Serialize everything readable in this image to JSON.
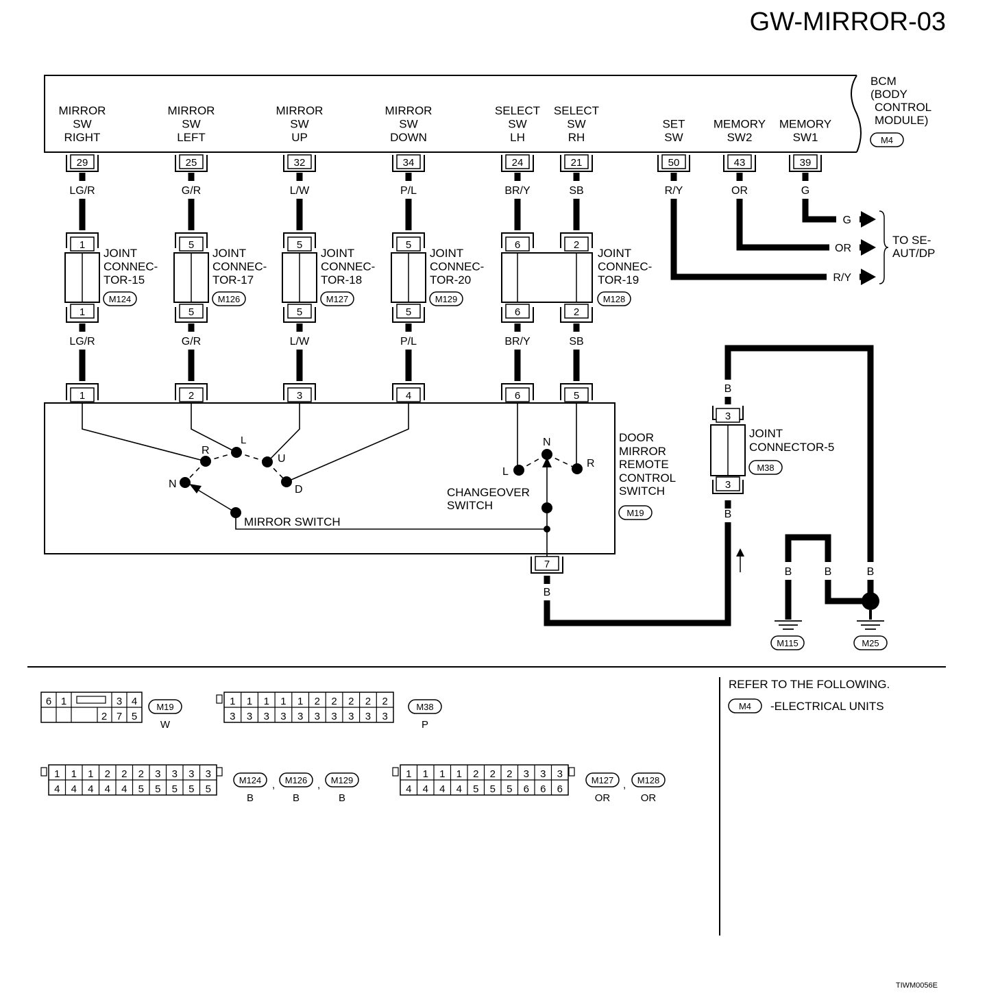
{
  "title": "GW-MIRROR-03",
  "bcm": {
    "name_lines": [
      "BCM",
      "(BODY",
      "CONTROL",
      "MODULE)"
    ],
    "connector": "M4",
    "terminals": [
      {
        "label": [
          "MIRROR",
          "SW",
          "RIGHT"
        ],
        "pin": "29",
        "wire": "LG/R"
      },
      {
        "label": [
          "MIRROR",
          "SW",
          "LEFT"
        ],
        "pin": "25",
        "wire": "G/R"
      },
      {
        "label": [
          "MIRROR",
          "SW",
          "UP"
        ],
        "pin": "32",
        "wire": "L/W"
      },
      {
        "label": [
          "MIRROR",
          "SW",
          "DOWN"
        ],
        "pin": "34",
        "wire": "P/L"
      },
      {
        "label": [
          "SELECT",
          "SW",
          "LH"
        ],
        "pin": "24",
        "wire": "BR/Y"
      },
      {
        "label": [
          "SELECT",
          "SW",
          "RH"
        ],
        "pin": "21",
        "wire": "SB"
      },
      {
        "label": [
          "SET",
          "SW"
        ],
        "pin": "50",
        "wire": "R/Y"
      },
      {
        "label": [
          "MEMORY",
          "SW2"
        ],
        "pin": "43",
        "wire": "OR"
      },
      {
        "label": [
          "MEMORY",
          "SW1"
        ],
        "pin": "39",
        "wire": "G"
      }
    ]
  },
  "joint_connectors": [
    {
      "lines": [
        "JOINT",
        "CONNEC-",
        "TOR-15"
      ],
      "conn": "M124",
      "top_pin": "1",
      "bottom_pin": "1"
    },
    {
      "lines": [
        "JOINT",
        "CONNEC-",
        "TOR-17"
      ],
      "conn": "M126",
      "top_pin": "5",
      "bottom_pin": "5"
    },
    {
      "lines": [
        "JOINT",
        "CONNEC-",
        "TOR-18"
      ],
      "conn": "M127",
      "top_pin": "5",
      "bottom_pin": "5"
    },
    {
      "lines": [
        "JOINT",
        "CONNEC-",
        "TOR-20"
      ],
      "conn": "M129",
      "top_pin": "5",
      "bottom_pin": "5"
    },
    {
      "lines": [
        "JOINT",
        "CONNEC-",
        "TOR-19"
      ],
      "conn": "M128",
      "top_pins": [
        "6",
        "2"
      ],
      "bottom_pins": [
        "6",
        "2"
      ]
    }
  ],
  "se_outputs": {
    "wires": [
      "G",
      "OR",
      "R/Y"
    ],
    "label_lines": [
      "TO SE-",
      "AUT/DP"
    ]
  },
  "door_switch": {
    "pins": [
      "1",
      "2",
      "3",
      "4",
      "6",
      "5"
    ],
    "ground_pin": "7",
    "ground_wire": "B",
    "name_lines": [
      "DOOR",
      "MIRROR",
      "REMOTE",
      "CONTROL",
      "SWITCH"
    ],
    "connector": "M19",
    "mirror_switch_label": "MIRROR SWITCH",
    "mirror_positions": [
      "R",
      "L",
      "U",
      "D",
      "N"
    ],
    "changeover_lines": [
      "CHANGEOVER",
      "SWITCH"
    ],
    "changeover_positions": [
      "N",
      "L",
      "R"
    ]
  },
  "joint5": {
    "lines": [
      "JOINT",
      "CONNECTOR-5"
    ],
    "conn": "M38",
    "top_pin": "3",
    "bottom_pin": "3",
    "wire": "B"
  },
  "grounds": [
    {
      "conn": "M115",
      "wires": [
        "B",
        "B"
      ]
    },
    {
      "conn": "M25",
      "wires": [
        "B"
      ]
    }
  ],
  "reference": {
    "heading": "REFER TO THE FOLLOWING.",
    "conn": "M4",
    "item": "-ELECTRICAL UNITS"
  },
  "connector_views": {
    "m19": {
      "row1": [
        "6",
        "1",
        "",
        "3",
        "4"
      ],
      "row2": [
        "",
        "",
        "2",
        "7",
        "5"
      ],
      "conn": "M19",
      "color": "W"
    },
    "m38": {
      "row1": [
        "1",
        "1",
        "1",
        "1",
        "1",
        "2",
        "2",
        "2",
        "2",
        "2"
      ],
      "row2": [
        "3",
        "3",
        "3",
        "3",
        "3",
        "3",
        "3",
        "3",
        "3",
        "3"
      ],
      "conn": "M38",
      "color": "P"
    },
    "m124": {
      "row1": [
        "1",
        "1",
        "1",
        "2",
        "2",
        "2",
        "3",
        "3",
        "3",
        "3"
      ],
      "row2": [
        "4",
        "4",
        "4",
        "4",
        "4",
        "5",
        "5",
        "5",
        "5",
        "5"
      ],
      "conns": [
        "M124",
        "M126",
        "M129"
      ],
      "colors": [
        "B",
        "B",
        "B"
      ]
    },
    "m127": {
      "row1": [
        "1",
        "1",
        "1",
        "1",
        "2",
        "2",
        "2",
        "3",
        "3",
        "3"
      ],
      "row2": [
        "4",
        "4",
        "4",
        "4",
        "5",
        "5",
        "5",
        "6",
        "6",
        "6"
      ],
      "conns": [
        "M127",
        "M128"
      ],
      "colors": [
        "OR",
        "OR"
      ]
    }
  },
  "footer_code": "TIWM0056E"
}
